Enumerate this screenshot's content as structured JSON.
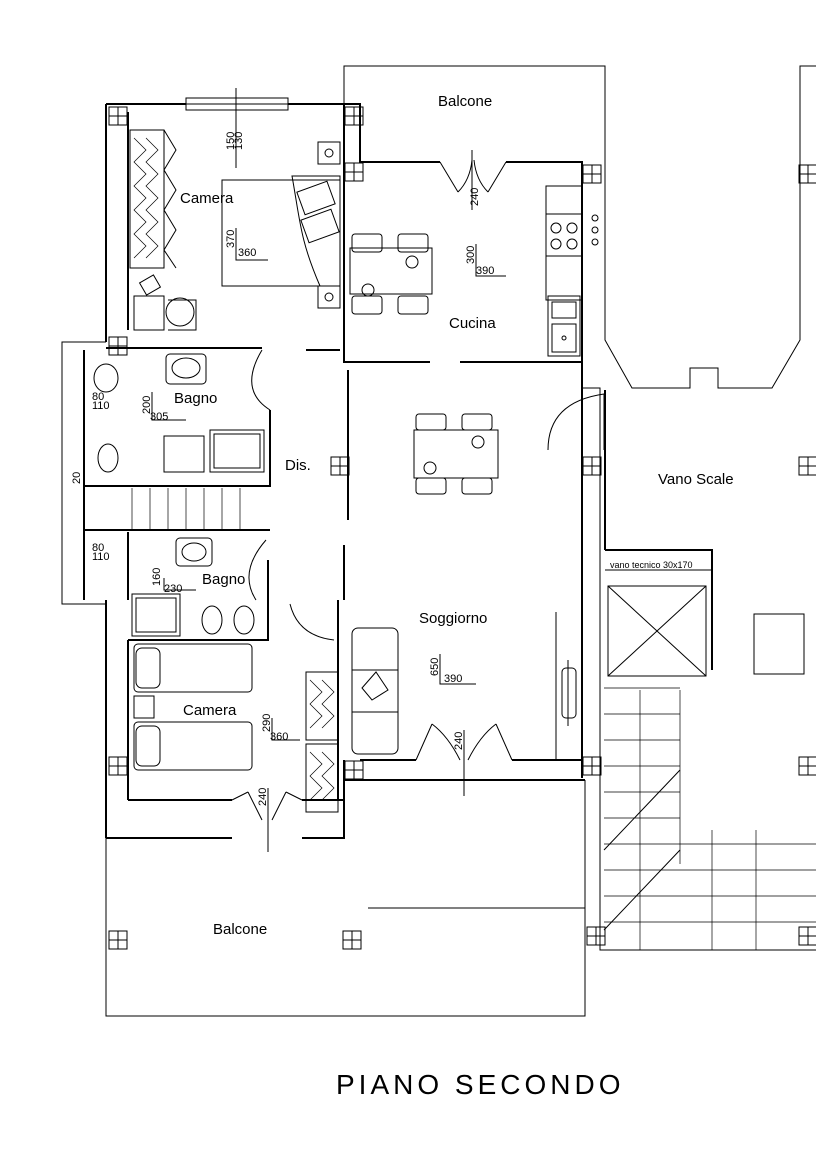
{
  "title": "PIANO SECONDO",
  "rooms": {
    "balcone_top": "Balcone",
    "camera_top": "Camera",
    "cucina": "Cucina",
    "bagno_1": "Bagno",
    "dis": "Dis.",
    "vano_scale": "Vano Scale",
    "vano_tecnico": "vano tecnico 30x170",
    "bagno_2": "Bagno",
    "soggiorno": "Soggiorno",
    "camera_bottom": "Camera",
    "balcone_bottom": "Balcone"
  },
  "dimensions": {
    "camera_top_h": "370",
    "camera_top_w": "360",
    "cucina_h": "300",
    "cucina_w": "390",
    "bagno_1_h": "200",
    "bagno_1_w": "305",
    "bagno_2_h": "160",
    "bagno_2_w": "230",
    "soggiorno_h": "650",
    "soggiorno_w": "390",
    "camera_bottom_h": "290",
    "camera_bottom_w": "360",
    "window_top_a": "150",
    "window_top_b": "130",
    "window_left_a": "80",
    "window_left_b": "110",
    "window_left2_a": "80",
    "window_left2_b": "110",
    "sill_left": "20",
    "door_balcony_top": "240",
    "door_soggiorno": "240",
    "door_camera_bottom": "240"
  }
}
